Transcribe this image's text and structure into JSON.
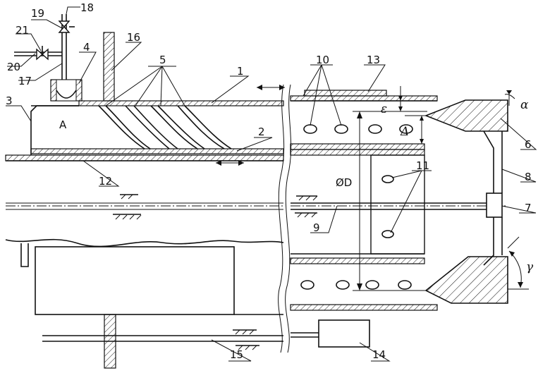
{
  "labels": {
    "n1": "1",
    "n2": "2",
    "n3": "3",
    "n4": "4",
    "n5": "5",
    "n6": "6",
    "n7": "7",
    "n8": "8",
    "n9": "9",
    "n10": "10",
    "n11": "11",
    "n12": "12",
    "n13": "13",
    "n14": "14",
    "n15": "15",
    "n16": "16",
    "n17": "17",
    "n18": "18",
    "n19": "19",
    "n20": "20",
    "n21": "21"
  },
  "annotations": {
    "point_a": "A",
    "epsilon": "ε",
    "delta": "Δ",
    "diameter": "ØD",
    "alpha": "α",
    "gamma": "γ"
  }
}
